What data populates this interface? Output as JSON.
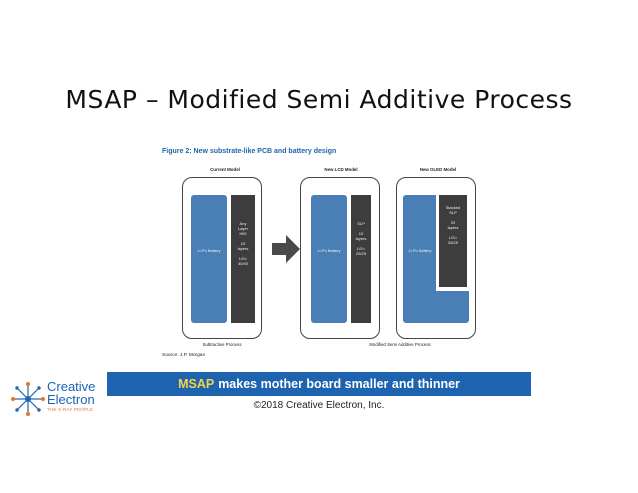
{
  "slide": {
    "title": "MSAP – Modified Semi Additive Process",
    "banner_keyword": "MSAP",
    "banner_rest": "makes mother board smaller and thinner",
    "copyright": "©2018 Creative Electron, Inc."
  },
  "figure": {
    "title": "Figure 2: New substrate-like PCB and battery design",
    "source": "Source: J.P. Morgan",
    "models": [
      {
        "label": "Current Model",
        "battery": "Li-Po Battery",
        "pcb_lines": [
          "Any",
          "Layer",
          "HDI",
          "",
          "10",
          "layers",
          "",
          "L/S=",
          "40/40"
        ]
      },
      {
        "label": "New LCD Model",
        "battery": "Li-Po Battery",
        "pcb_lines": [
          "SLP",
          "",
          "10",
          "layers",
          "",
          "L/S=",
          "25/25"
        ]
      },
      {
        "label": "New OLED Model",
        "battery": "Li-Po Battery",
        "pcb_lines": [
          "Stacked",
          "SLP",
          "",
          "20",
          "layers",
          "",
          "L/S=",
          "25/25"
        ]
      }
    ],
    "process_left": "Subtractive Process",
    "process_right": "Modified Semi Additive Process"
  },
  "logo": {
    "line1": "Creative",
    "line2": "Electron",
    "tagline": "THE X-RAY PEOPLE"
  },
  "colors": {
    "battery": "#4a7fb5",
    "pcb": "#3d3d3d",
    "banner": "#1d63b0",
    "banner_keyword": "#f7d44a"
  }
}
